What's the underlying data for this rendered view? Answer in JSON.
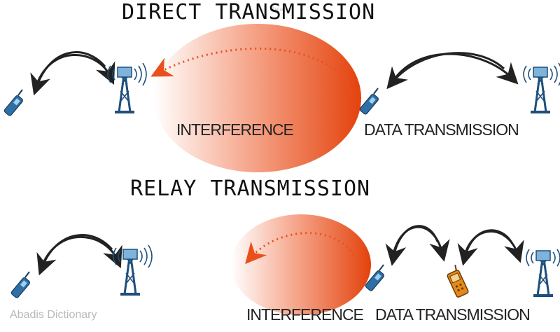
{
  "direct": {
    "title": "DIRECT TRANSMISSION",
    "interference_label": "INTERFERENCE",
    "data_label": "DATA TRANSMISSION"
  },
  "relay": {
    "title": "RELAY TRANSMISSION",
    "interference_label": "INTERFERENCE",
    "data_label": "DATA TRANSMISSION"
  },
  "overlay_text": "Relay",
  "watermark": "Abadis Dictionary",
  "colors": {
    "interference_gradient_start": "#ffffff",
    "interference_gradient_end": "#e94e1b",
    "dotted_arrow": "#e8511c",
    "solid_arrow": "#222222",
    "tower": "#2d6fa3",
    "phone_blue": "#2f6fa6",
    "phone_orange": "#e38a1a"
  }
}
